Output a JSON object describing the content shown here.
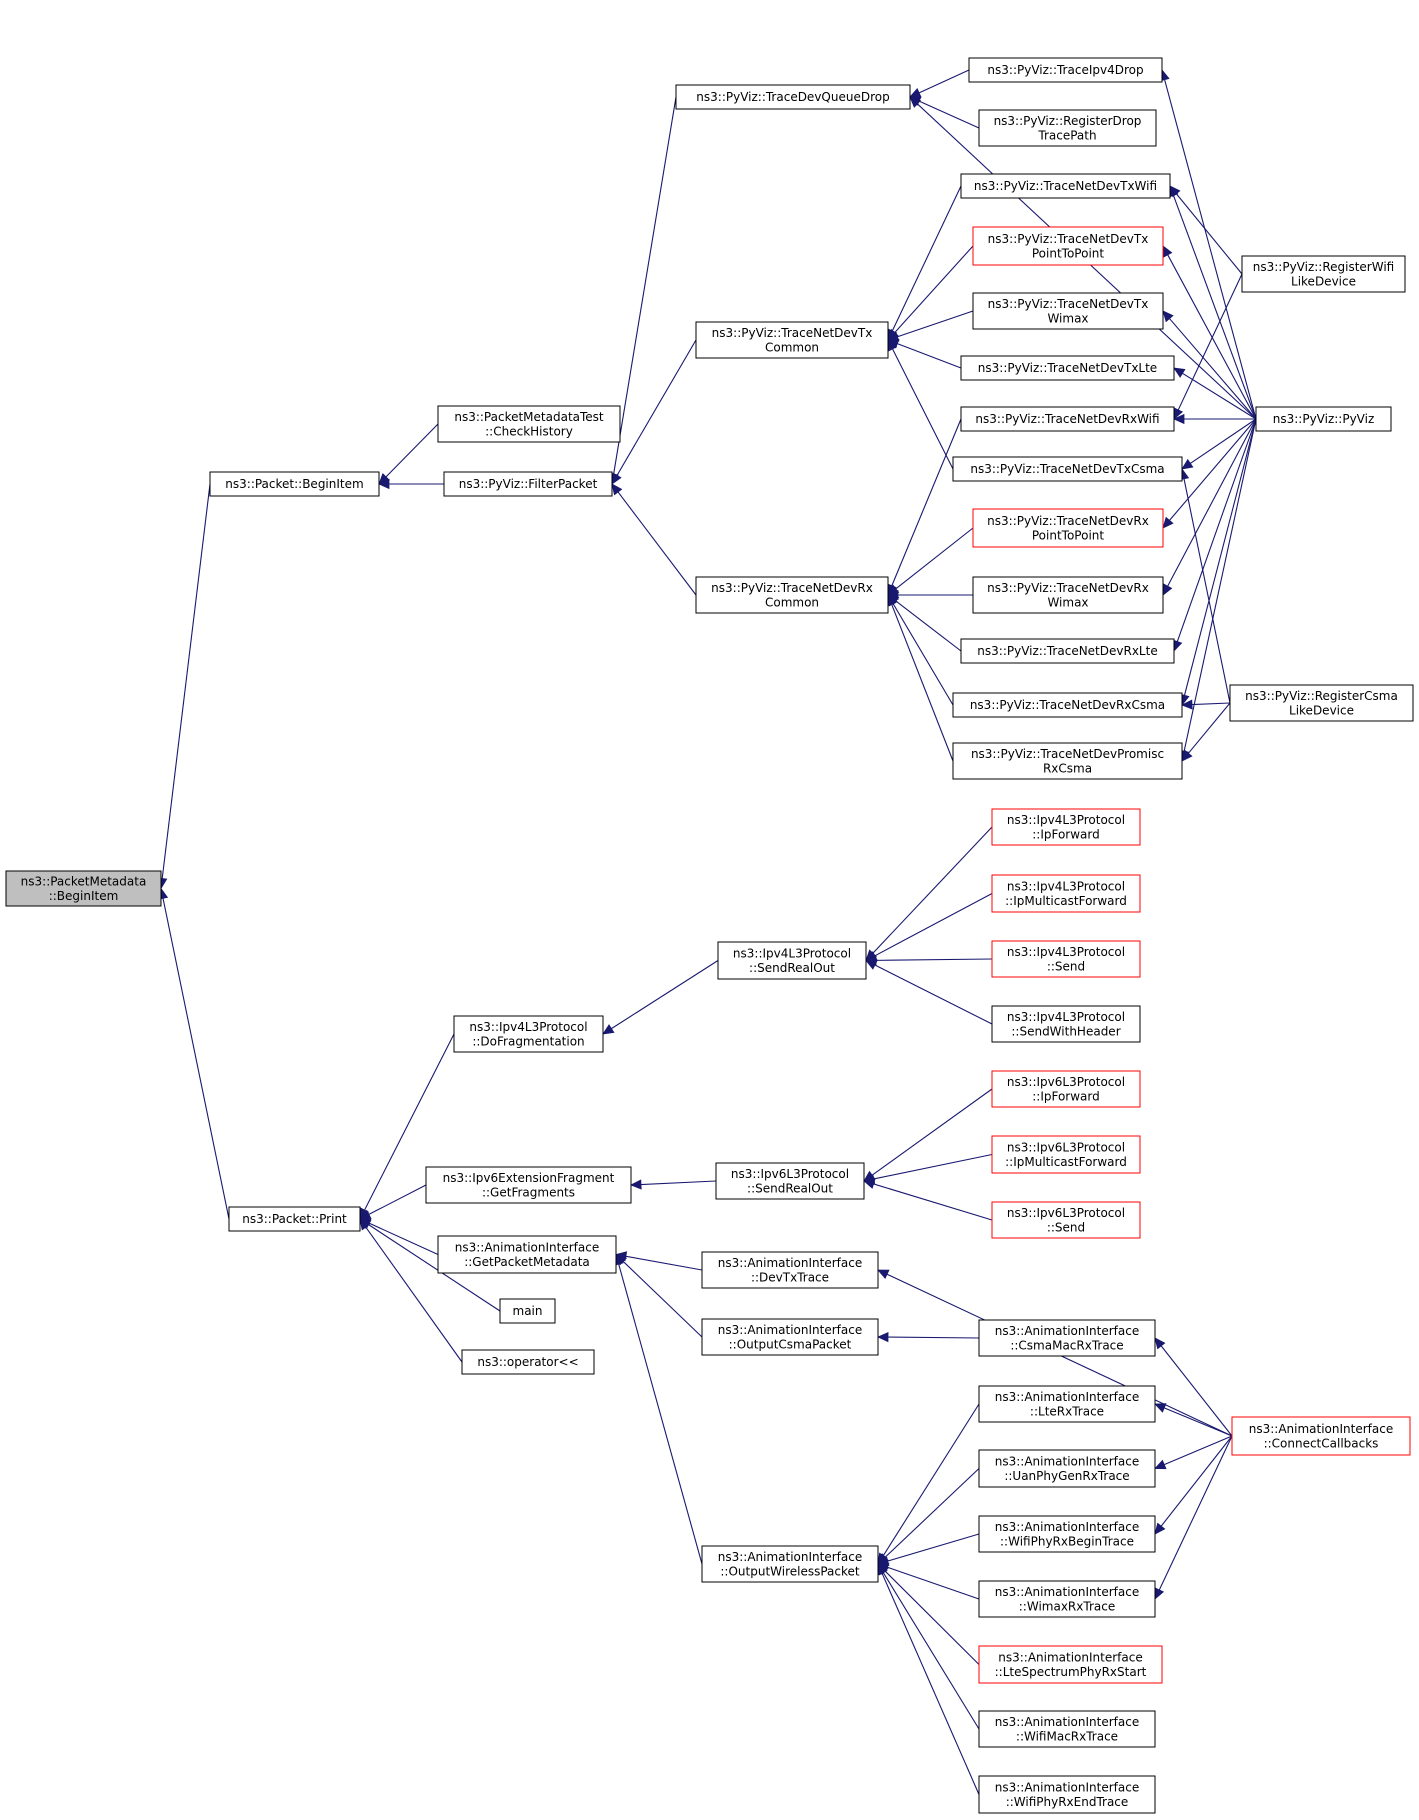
{
  "colors": {
    "edge": "#191970",
    "node_border": "#000000",
    "node_border_truncated": "#ff0000",
    "node_fill": "#ffffff",
    "root_fill": "#bfbfbf"
  },
  "nodes": [
    {
      "id": "root",
      "lines": [
        "ns3::PacketMetadata",
        "::BeginItem"
      ],
      "style": "root"
    },
    {
      "id": "pkt_begin",
      "lines": [
        "ns3::Packet::BeginItem"
      ],
      "style": "normal"
    },
    {
      "id": "pkt_print",
      "lines": [
        "ns3::Packet::Print"
      ],
      "style": "normal"
    },
    {
      "id": "pmt_check",
      "lines": [
        "ns3::PacketMetadataTest",
        "::CheckHistory"
      ],
      "style": "normal"
    },
    {
      "id": "filter",
      "lines": [
        "ns3::PyViz::FilterPacket"
      ],
      "style": "normal"
    },
    {
      "id": "devqdrop",
      "lines": [
        "ns3::PyViz::TraceDevQueueDrop"
      ],
      "style": "normal"
    },
    {
      "id": "ipv4drop",
      "lines": [
        "ns3::PyViz::TraceIpv4Drop"
      ],
      "style": "normal"
    },
    {
      "id": "regdrop",
      "lines": [
        "ns3::PyViz::RegisterDrop",
        "TracePath"
      ],
      "style": "normal"
    },
    {
      "id": "txcommon",
      "lines": [
        "ns3::PyViz::TraceNetDevTx",
        "Common"
      ],
      "style": "normal"
    },
    {
      "id": "txwifi",
      "lines": [
        "ns3::PyViz::TraceNetDevTxWifi"
      ],
      "style": "normal"
    },
    {
      "id": "txp2p",
      "lines": [
        "ns3::PyViz::TraceNetDevTx",
        "PointToPoint"
      ],
      "style": "truncated"
    },
    {
      "id": "txwimax",
      "lines": [
        "ns3::PyViz::TraceNetDevTx",
        "Wimax"
      ],
      "style": "normal"
    },
    {
      "id": "txlte",
      "lines": [
        "ns3::PyViz::TraceNetDevTxLte"
      ],
      "style": "normal"
    },
    {
      "id": "rxwifi",
      "lines": [
        "ns3::PyViz::TraceNetDevRxWifi"
      ],
      "style": "normal"
    },
    {
      "id": "txcsma",
      "lines": [
        "ns3::PyViz::TraceNetDevTxCsma"
      ],
      "style": "normal"
    },
    {
      "id": "rxp2p",
      "lines": [
        "ns3::PyViz::TraceNetDevRx",
        "PointToPoint"
      ],
      "style": "truncated"
    },
    {
      "id": "rxcommon",
      "lines": [
        "ns3::PyViz::TraceNetDevRx",
        "Common"
      ],
      "style": "normal"
    },
    {
      "id": "rxwimax",
      "lines": [
        "ns3::PyViz::TraceNetDevRx",
        "Wimax"
      ],
      "style": "normal"
    },
    {
      "id": "rxlte",
      "lines": [
        "ns3::PyViz::TraceNetDevRxLte"
      ],
      "style": "normal"
    },
    {
      "id": "rxcsma",
      "lines": [
        "ns3::PyViz::TraceNetDevRxCsma"
      ],
      "style": "normal"
    },
    {
      "id": "promisc",
      "lines": [
        "ns3::PyViz::TraceNetDevPromisc",
        "RxCsma"
      ],
      "style": "normal"
    },
    {
      "id": "regwifi",
      "lines": [
        "ns3::PyViz::RegisterWifi",
        "LikeDevice"
      ],
      "style": "normal"
    },
    {
      "id": "pyviz",
      "lines": [
        "ns3::PyViz::PyViz"
      ],
      "style": "normal"
    },
    {
      "id": "regcsma",
      "lines": [
        "ns3::PyViz::RegisterCsma",
        "LikeDevice"
      ],
      "style": "normal"
    },
    {
      "id": "ipv4frag",
      "lines": [
        "ns3::Ipv4L3Protocol",
        "::DoFragmentation"
      ],
      "style": "normal"
    },
    {
      "id": "ipv4sro",
      "lines": [
        "ns3::Ipv4L3Protocol",
        "::SendRealOut"
      ],
      "style": "normal"
    },
    {
      "id": "ipv4fwd",
      "lines": [
        "ns3::Ipv4L3Protocol",
        "::IpForward"
      ],
      "style": "truncated"
    },
    {
      "id": "ipv4mcast",
      "lines": [
        "ns3::Ipv4L3Protocol",
        "::IpMulticastForward"
      ],
      "style": "truncated"
    },
    {
      "id": "ipv4send",
      "lines": [
        "ns3::Ipv4L3Protocol",
        "::Send"
      ],
      "style": "truncated"
    },
    {
      "id": "ipv4swh",
      "lines": [
        "ns3::Ipv4L3Protocol",
        "::SendWithHeader"
      ],
      "style": "normal"
    },
    {
      "id": "ipv6ext",
      "lines": [
        "ns3::Ipv6ExtensionFragment",
        "::GetFragments"
      ],
      "style": "normal"
    },
    {
      "id": "ipv6sro",
      "lines": [
        "ns3::Ipv6L3Protocol",
        "::SendRealOut"
      ],
      "style": "normal"
    },
    {
      "id": "ipv6fwd",
      "lines": [
        "ns3::Ipv6L3Protocol",
        "::IpForward"
      ],
      "style": "truncated"
    },
    {
      "id": "ipv6mcast",
      "lines": [
        "ns3::Ipv6L3Protocol",
        "::IpMulticastForward"
      ],
      "style": "truncated"
    },
    {
      "id": "ipv6send",
      "lines": [
        "ns3::Ipv6L3Protocol",
        "::Send"
      ],
      "style": "truncated"
    },
    {
      "id": "getpm",
      "lines": [
        "ns3::AnimationInterface",
        "::GetPacketMetadata"
      ],
      "style": "normal"
    },
    {
      "id": "main",
      "lines": [
        "main"
      ],
      "style": "normal"
    },
    {
      "id": "oplt",
      "lines": [
        "ns3::operator<<"
      ],
      "style": "normal"
    },
    {
      "id": "devtx",
      "lines": [
        "ns3::AnimationInterface",
        "::DevTxTrace"
      ],
      "style": "normal"
    },
    {
      "id": "outcsma",
      "lines": [
        "ns3::AnimationInterface",
        "::OutputCsmaPacket"
      ],
      "style": "normal"
    },
    {
      "id": "csmamac",
      "lines": [
        "ns3::AnimationInterface",
        "::CsmaMacRxTrace"
      ],
      "style": "normal"
    },
    {
      "id": "outwl",
      "lines": [
        "ns3::AnimationInterface",
        "::OutputWirelessPacket"
      ],
      "style": "normal"
    },
    {
      "id": "lterx",
      "lines": [
        "ns3::AnimationInterface",
        "::LteRxTrace"
      ],
      "style": "normal"
    },
    {
      "id": "uanrx",
      "lines": [
        "ns3::AnimationInterface",
        "::UanPhyGenRxTrace"
      ],
      "style": "normal"
    },
    {
      "id": "wifibegin",
      "lines": [
        "ns3::AnimationInterface",
        "::WifiPhyRxBeginTrace"
      ],
      "style": "normal"
    },
    {
      "id": "wimaxrx",
      "lines": [
        "ns3::AnimationInterface",
        "::WimaxRxTrace"
      ],
      "style": "normal"
    },
    {
      "id": "ltespec",
      "lines": [
        "ns3::AnimationInterface",
        "::LteSpectrumPhyRxStart"
      ],
      "style": "truncated"
    },
    {
      "id": "wifimac",
      "lines": [
        "ns3::AnimationInterface",
        "::WifiMacRxTrace"
      ],
      "style": "normal"
    },
    {
      "id": "wifiend",
      "lines": [
        "ns3::AnimationInterface",
        "::WifiPhyRxEndTrace"
      ],
      "style": "normal"
    },
    {
      "id": "connect",
      "lines": [
        "ns3::AnimationInterface",
        "::ConnectCallbacks"
      ],
      "style": "truncated"
    }
  ],
  "edges": [
    {
      "from": "pkt_begin",
      "to": "root"
    },
    {
      "from": "pkt_print",
      "to": "root"
    },
    {
      "from": "pmt_check",
      "to": "pkt_begin"
    },
    {
      "from": "filter",
      "to": "pkt_begin"
    },
    {
      "from": "devqdrop",
      "to": "filter"
    },
    {
      "from": "txcommon",
      "to": "filter"
    },
    {
      "from": "rxcommon",
      "to": "filter"
    },
    {
      "from": "ipv4drop",
      "to": "devqdrop"
    },
    {
      "from": "regdrop",
      "to": "devqdrop"
    },
    {
      "from": "pyviz",
      "to": "devqdrop"
    },
    {
      "from": "pyviz",
      "to": "ipv4drop"
    },
    {
      "from": "txwifi",
      "to": "txcommon"
    },
    {
      "from": "txp2p",
      "to": "txcommon"
    },
    {
      "from": "txwimax",
      "to": "txcommon"
    },
    {
      "from": "txlte",
      "to": "txcommon"
    },
    {
      "from": "txcsma",
      "to": "txcommon"
    },
    {
      "from": "regwifi",
      "to": "txwifi"
    },
    {
      "from": "pyviz",
      "to": "txwifi"
    },
    {
      "from": "pyviz",
      "to": "txp2p"
    },
    {
      "from": "pyviz",
      "to": "txwimax"
    },
    {
      "from": "pyviz",
      "to": "txlte"
    },
    {
      "from": "pyviz",
      "to": "txcsma"
    },
    {
      "from": "regcsma",
      "to": "txcsma"
    },
    {
      "from": "rxwifi",
      "to": "rxcommon"
    },
    {
      "from": "rxp2p",
      "to": "rxcommon"
    },
    {
      "from": "rxwimax",
      "to": "rxcommon"
    },
    {
      "from": "rxlte",
      "to": "rxcommon"
    },
    {
      "from": "rxcsma",
      "to": "rxcommon"
    },
    {
      "from": "promisc",
      "to": "rxcommon"
    },
    {
      "from": "pyviz",
      "to": "rxwifi"
    },
    {
      "from": "regwifi",
      "to": "rxwifi"
    },
    {
      "from": "pyviz",
      "to": "rxp2p"
    },
    {
      "from": "pyviz",
      "to": "rxwimax"
    },
    {
      "from": "pyviz",
      "to": "rxlte"
    },
    {
      "from": "pyviz",
      "to": "rxcsma"
    },
    {
      "from": "regcsma",
      "to": "rxcsma"
    },
    {
      "from": "pyviz",
      "to": "promisc"
    },
    {
      "from": "regcsma",
      "to": "promisc"
    },
    {
      "from": "ipv4frag",
      "to": "pkt_print"
    },
    {
      "from": "ipv6ext",
      "to": "pkt_print"
    },
    {
      "from": "getpm",
      "to": "pkt_print"
    },
    {
      "from": "main",
      "to": "pkt_print"
    },
    {
      "from": "oplt",
      "to": "pkt_print"
    },
    {
      "from": "ipv4sro",
      "to": "ipv4frag"
    },
    {
      "from": "ipv4fwd",
      "to": "ipv4sro"
    },
    {
      "from": "ipv4mcast",
      "to": "ipv4sro"
    },
    {
      "from": "ipv4send",
      "to": "ipv4sro"
    },
    {
      "from": "ipv4swh",
      "to": "ipv4sro"
    },
    {
      "from": "ipv6sro",
      "to": "ipv6ext"
    },
    {
      "from": "ipv6fwd",
      "to": "ipv6sro"
    },
    {
      "from": "ipv6mcast",
      "to": "ipv6sro"
    },
    {
      "from": "ipv6send",
      "to": "ipv6sro"
    },
    {
      "from": "devtx",
      "to": "getpm"
    },
    {
      "from": "outcsma",
      "to": "getpm"
    },
    {
      "from": "outwl",
      "to": "getpm"
    },
    {
      "from": "connect",
      "to": "devtx"
    },
    {
      "from": "csmamac",
      "to": "outcsma"
    },
    {
      "from": "connect",
      "to": "csmamac"
    },
    {
      "from": "lterx",
      "to": "outwl"
    },
    {
      "from": "uanrx",
      "to": "outwl"
    },
    {
      "from": "wifibegin",
      "to": "outwl"
    },
    {
      "from": "wimaxrx",
      "to": "outwl"
    },
    {
      "from": "ltespec",
      "to": "outwl"
    },
    {
      "from": "wifimac",
      "to": "outwl"
    },
    {
      "from": "wifiend",
      "to": "outwl"
    },
    {
      "from": "connect",
      "to": "lterx"
    },
    {
      "from": "connect",
      "to": "uanrx"
    },
    {
      "from": "connect",
      "to": "wifibegin"
    },
    {
      "from": "connect",
      "to": "wimaxrx"
    }
  ]
}
